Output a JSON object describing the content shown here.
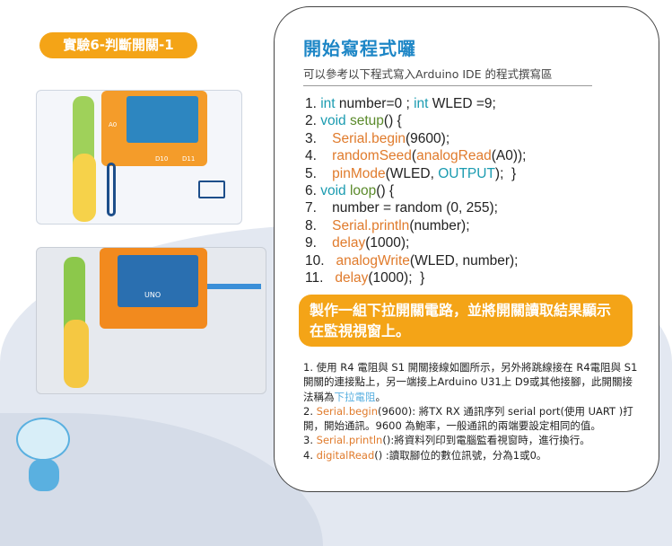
{
  "badge": "實驗6-判斷開關-1",
  "title": "開始寫程式囉",
  "subtitle": "可以參考以下程式寫入Arduino IDE 的程式撰寫區",
  "code": [
    [
      [
        "1. ",
        "#222"
      ],
      [
        "int",
        "#1a9bb0"
      ],
      [
        " number=0 ; ",
        "#222"
      ],
      [
        "int",
        "#1a9bb0"
      ],
      [
        " WLED =9;",
        "#222"
      ]
    ],
    [
      [
        "2. ",
        "#222"
      ],
      [
        "void",
        "#1a9bb0"
      ],
      [
        " ",
        "#222"
      ],
      [
        "setup",
        "#5a8a2a"
      ],
      [
        "() {",
        "#222"
      ]
    ],
    [
      [
        "3.    ",
        "#222"
      ],
      [
        "Serial.begin",
        "#e07b2c"
      ],
      [
        "(9600);",
        "#222"
      ]
    ],
    [
      [
        "4.    ",
        "#222"
      ],
      [
        "randomSeed",
        "#e07b2c"
      ],
      [
        "(",
        "#222"
      ],
      [
        "analogRead",
        "#e07b2c"
      ],
      [
        "(A0));",
        "#222"
      ]
    ],
    [
      [
        "5.    ",
        "#222"
      ],
      [
        "pinMode",
        "#e07b2c"
      ],
      [
        "(WLED, ",
        "#222"
      ],
      [
        "OUTPUT",
        "#1a9bb0"
      ],
      [
        ");  }",
        "#222"
      ]
    ],
    [
      [
        "6. ",
        "#222"
      ],
      [
        "void",
        "#1a9bb0"
      ],
      [
        " ",
        "#222"
      ],
      [
        "loop",
        "#5a8a2a"
      ],
      [
        "() {",
        "#222"
      ]
    ],
    [
      [
        "7.    number = random (0, 255);",
        "#222"
      ]
    ],
    [
      [
        "8.    ",
        "#222"
      ],
      [
        "Serial.println",
        "#e07b2c"
      ],
      [
        "(number);",
        "#222"
      ]
    ],
    [
      [
        "9.    ",
        "#222"
      ],
      [
        "delay",
        "#e07b2c"
      ],
      [
        "(1000);",
        "#222"
      ]
    ],
    [
      [
        "10.   ",
        "#222"
      ],
      [
        "analogWrite",
        "#e07b2c"
      ],
      [
        "(WLED, number);",
        "#222"
      ]
    ],
    [
      [
        "11.   ",
        "#222"
      ],
      [
        "delay",
        "#e07b2c"
      ],
      [
        "(1000);  }",
        "#222"
      ]
    ]
  ],
  "banner": "製作一組下拉開關電路，並將開關讀取結果顯示在監視視窗上。",
  "notes": {
    "n1a": "1. 使用 R4 電阻與 S1 開關接線如圖所示，另外將跳線接在 R4電阻與 S1 開關的連接點上，另一端接上Arduino U31上 D9或其他接腳，此開關接法稱為",
    "n1b": "下拉電阻",
    "n1c": "。",
    "n2a": "2. ",
    "n2b": "Serial.begin",
    "n2c": "(9600): 將TX RX 通訊序列 serial port(使用 UART )打開，開始通訊。9600 為鮑率，一般通訊的兩端要設定相同的值。",
    "n3a": "3. ",
    "n3b": "Serial.println",
    "n3c": "():將資料列印到電腦監看視窗時，進行換行。",
    "n4a": "4. ",
    "n4b": "digitalRead",
    "n4c": "() :讀取腳位的數位訊號，分為1或0。"
  },
  "diagram": {
    "labels": [
      "A0",
      "D10",
      "D11"
    ],
    "board_label": "UNO"
  }
}
